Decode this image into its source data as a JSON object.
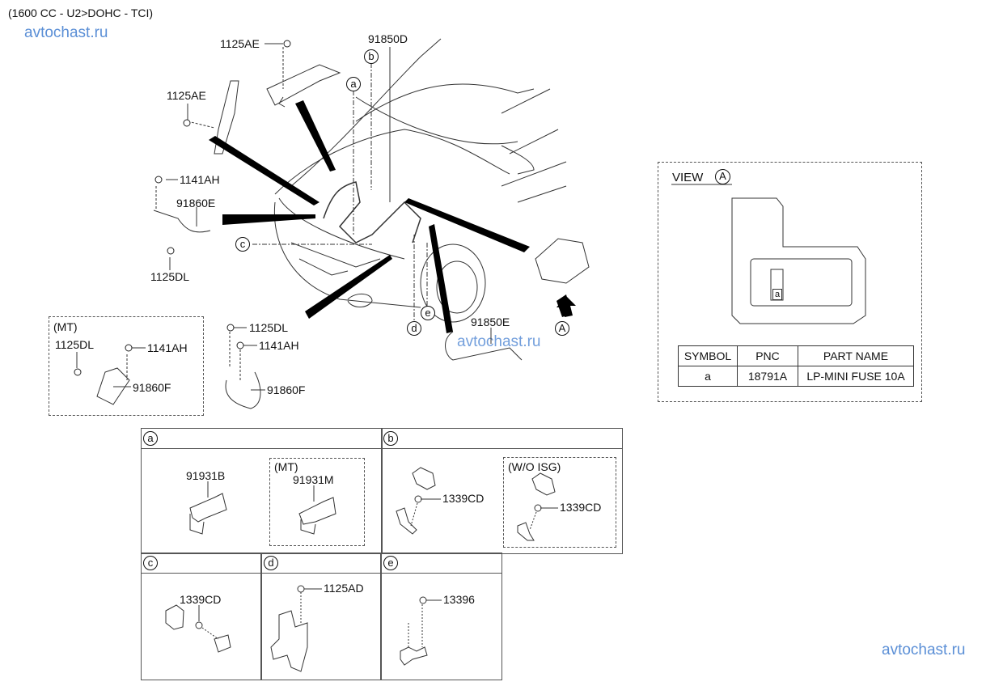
{
  "header": {
    "engine_spec": "(1600 CC - U2>DOHC - TCI)",
    "watermark": "avtochast.ru"
  },
  "main_diagram": {
    "labels": {
      "bolt_top": "1125AE",
      "bolt_left": "1125AE",
      "harness_main": "91850D",
      "bolt_1141": "1141AH",
      "cable_ground_e": "91860E",
      "bolt_1125dl": "1125DL",
      "cable_battery": "91850E"
    },
    "callouts": {
      "a": "a",
      "b": "b",
      "c": "c",
      "d": "d",
      "e": "e",
      "view": "A"
    }
  },
  "mt_box": {
    "title": "(MT)",
    "bolt_1125dl": "1125DL",
    "bolt_1141ah": "1141AH",
    "cable": "91860F"
  },
  "standard_ground": {
    "bolt_1125dl": "1125DL",
    "bolt_1141ah": "1141AH",
    "cable": "91860F"
  },
  "view_a": {
    "title": "VIEW",
    "marker": "A",
    "fuse_slot_label": "a",
    "table": {
      "headers": [
        "SYMBOL",
        "PNC",
        "PART NAME"
      ],
      "rows": [
        [
          "a",
          "18791A",
          "LP-MINI FUSE 10A"
        ]
      ]
    }
  },
  "detail_grid": {
    "cells": [
      {
        "key": "a",
        "parts": [
          "91931B"
        ],
        "sub_box": {
          "title": "(MT)",
          "part": "91931M"
        }
      },
      {
        "key": "b",
        "parts": [
          "1339CD"
        ],
        "sub_box": {
          "title": "(W/O ISG)",
          "part": "1339CD"
        }
      },
      {
        "key": "c",
        "parts": [
          "1339CD"
        ]
      },
      {
        "key": "d",
        "parts": [
          "1125AD"
        ]
      },
      {
        "key": "e",
        "parts": [
          "13396"
        ]
      }
    ]
  }
}
